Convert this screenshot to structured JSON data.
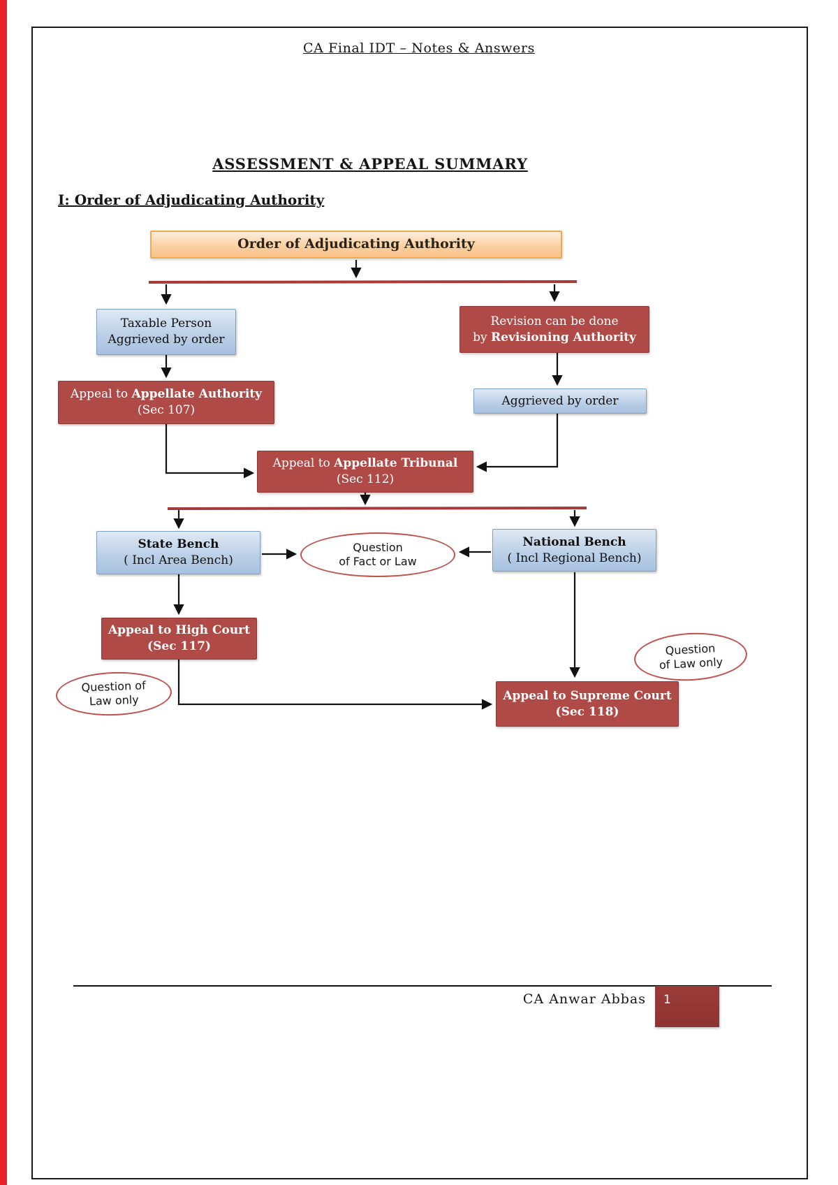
{
  "page": {
    "header": "CA Final IDT  – Notes & Answers",
    "title": "ASSESSMENT & APPEAL SUMMARY",
    "section_heading": "I: Order of Adjudicating Authority",
    "footer": {
      "author": "CA Anwar Abbas",
      "page_number": "1"
    }
  },
  "colors": {
    "side_stripe": "#e8212b",
    "box_orange_fill": "#f9c089",
    "box_orange_border": "#edaa52",
    "box_blue_fill": "#bcd0e7",
    "box_blue_border": "#7da1c9",
    "box_red_fill": "#b04a47",
    "box_red_border": "#8e3634",
    "divider_red": "#a33c3a",
    "ellipse_border": "#c0504d",
    "page_number_box": "#943634"
  },
  "flowchart": {
    "root": {
      "label": "Order of Adjudicating Authority"
    },
    "taxable_person": {
      "line1": "Taxable Person",
      "line2": "Aggrieved by order"
    },
    "revision": {
      "line1": "Revision can be done",
      "line2_prefix": "by ",
      "line2_bold": "Revisioning Authority"
    },
    "appellate_authority": {
      "line1_prefix": "Appeal to ",
      "line1_bold": "Appellate Authority",
      "line2": "(Sec 107)"
    },
    "aggrieved_by_order": {
      "label": "Aggrieved by order"
    },
    "appellate_tribunal": {
      "line1_prefix": "Appeal to ",
      "line1_bold": "Appellate Tribunal",
      "line2": "(Sec 112)"
    },
    "state_bench": {
      "line1": "State Bench",
      "line2": "( Incl Area Bench)"
    },
    "national_bench": {
      "line1": "National Bench",
      "line2": "( Incl Regional Bench)"
    },
    "question_fact_or_law": {
      "line1": "Question",
      "line2": "of Fact or Law"
    },
    "high_court": {
      "line1": "Appeal to High Court",
      "line2": "(Sec 117)"
    },
    "question_law_only_left": {
      "line1": "Question of",
      "line2": "Law only"
    },
    "question_law_only_right": {
      "line1": "Question",
      "line2": "of Law only"
    },
    "supreme_court": {
      "line1": "Appeal to Supreme Court",
      "line2": "(Sec 118)"
    }
  }
}
